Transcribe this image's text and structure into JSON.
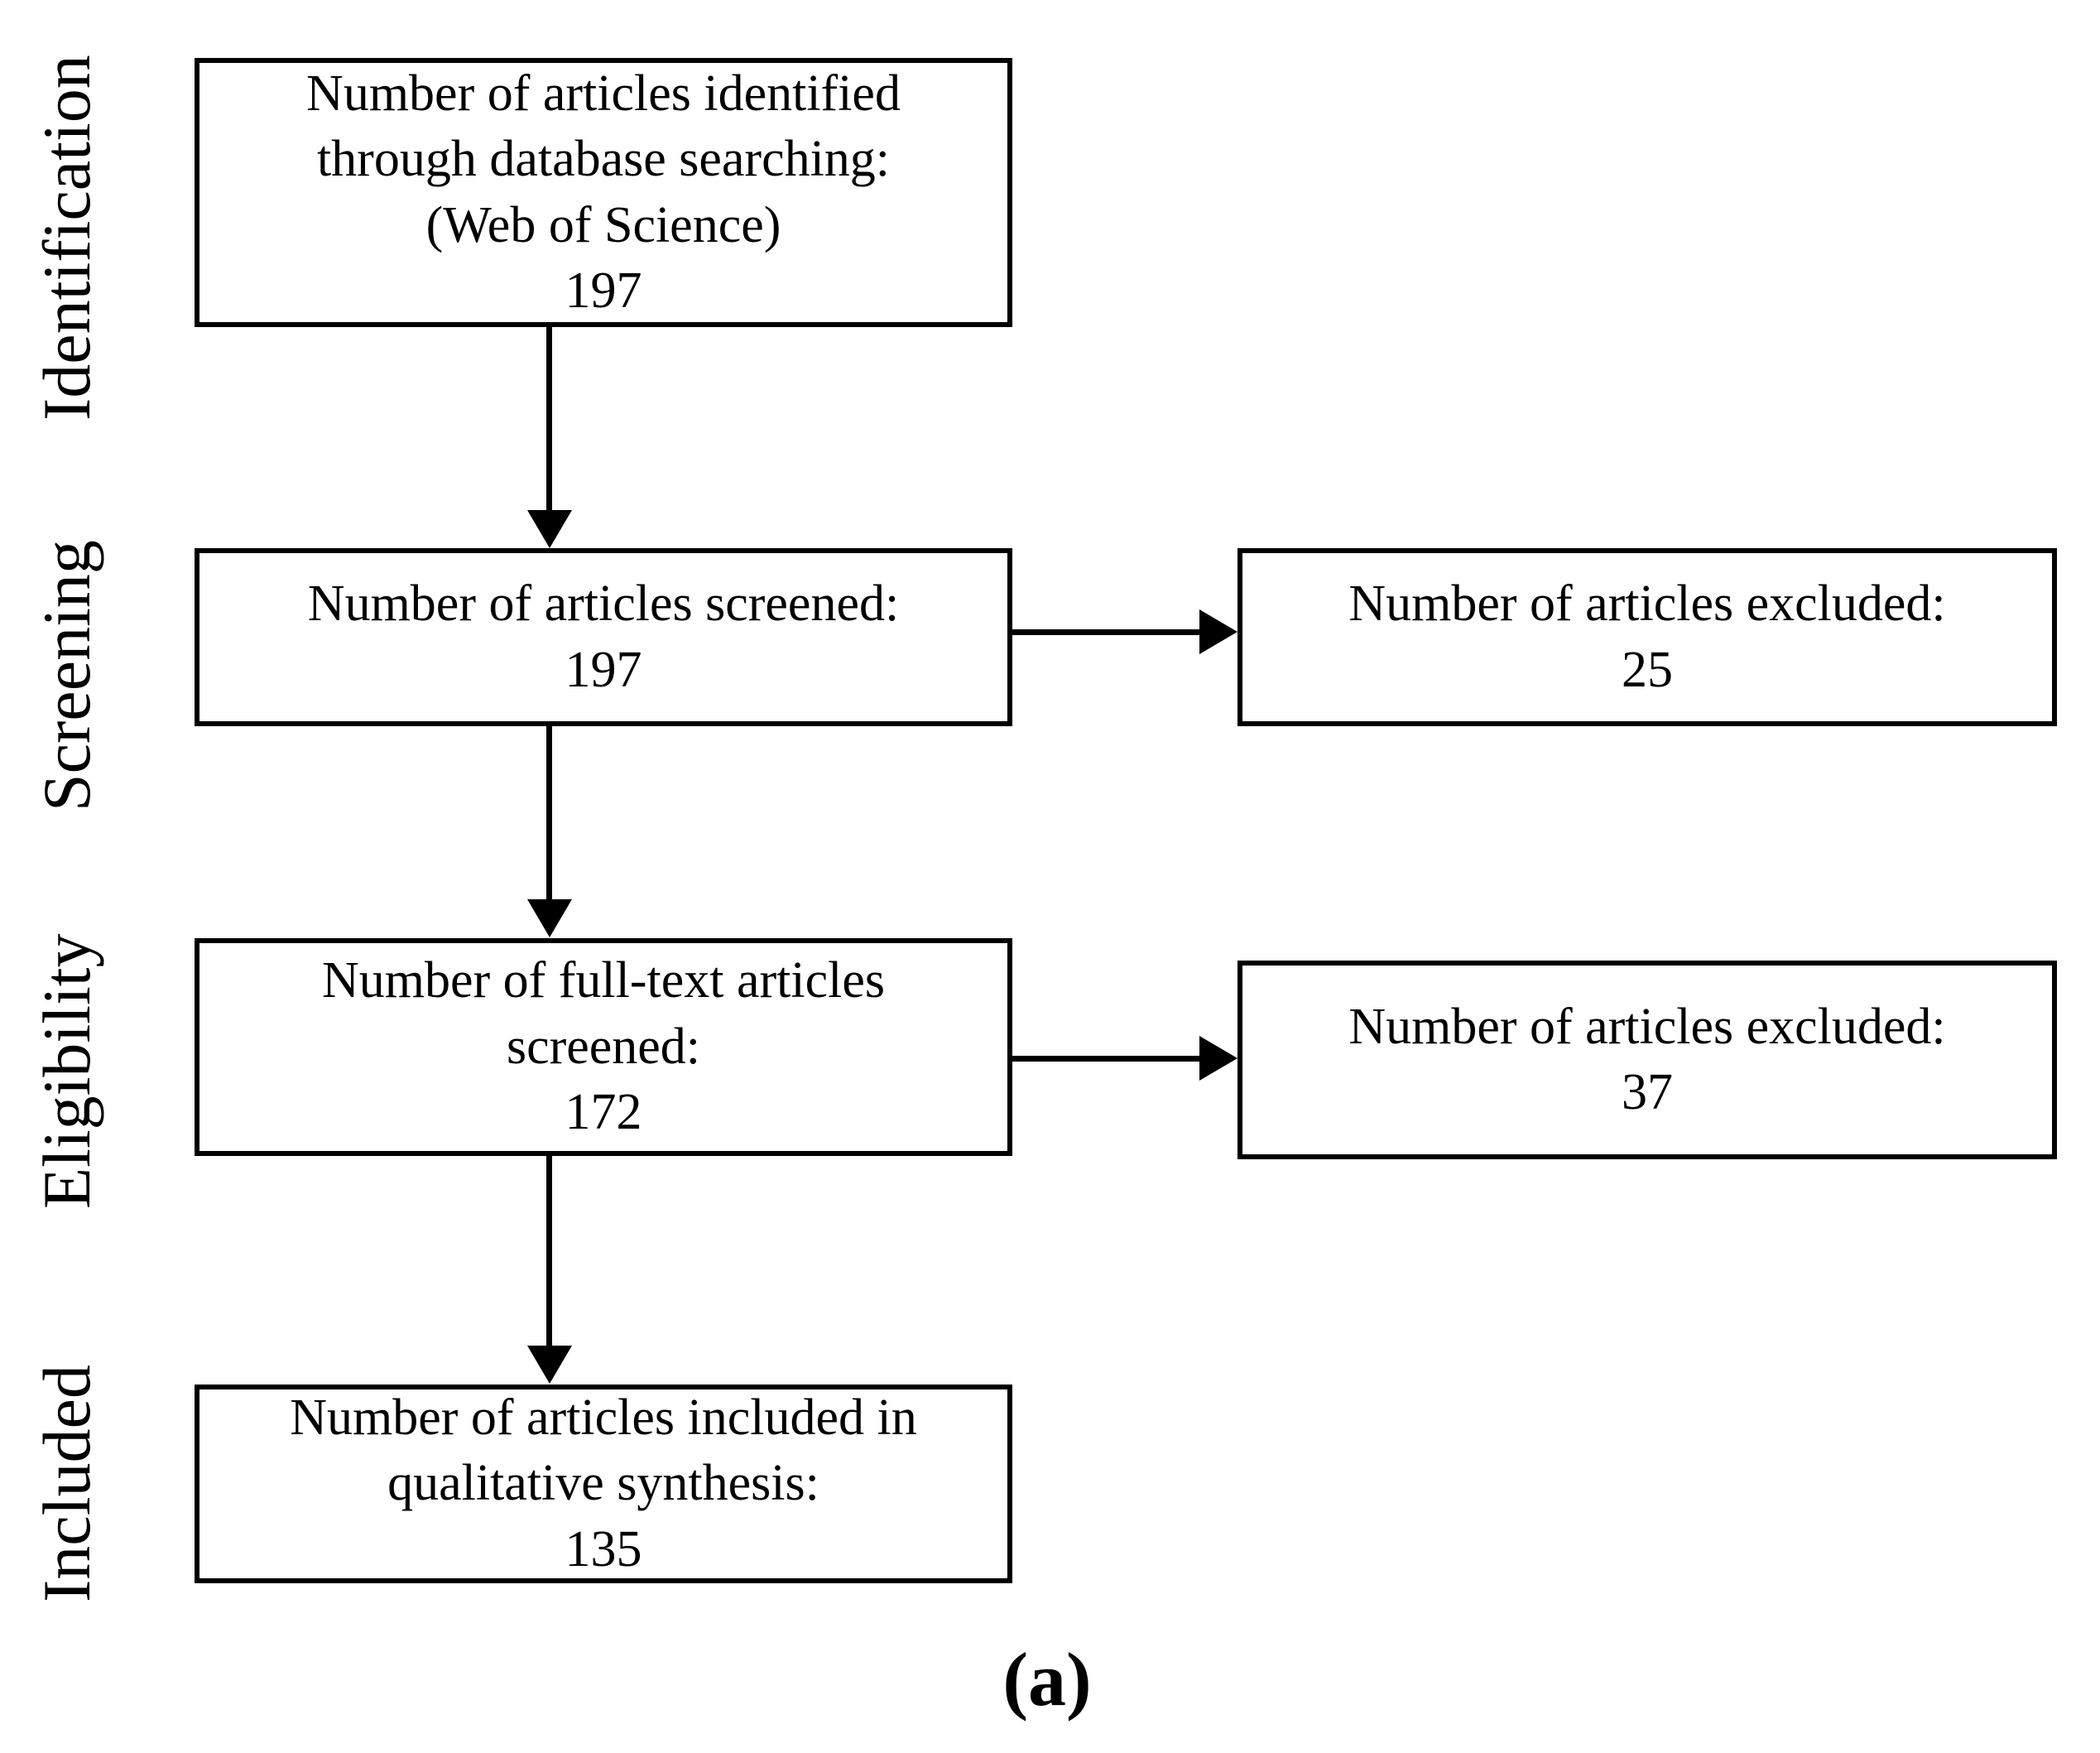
{
  "figure": {
    "caption": "(a)",
    "type": "prisma-flow-diagram"
  },
  "stages": [
    {
      "label": "Identification"
    },
    {
      "label": "Screening"
    },
    {
      "label": "Eligibility"
    },
    {
      "label": "Included"
    }
  ],
  "boxes": {
    "identified": {
      "line1": "Number of articles identified",
      "line2": "through database searching:",
      "line3": "(Web of Science)",
      "count": "197"
    },
    "screened": {
      "line1": "Number of articles screened:",
      "count": "197"
    },
    "excluded_screening": {
      "line1": "Number of articles excluded:",
      "count": "25"
    },
    "fulltext_screened": {
      "line1": "Number of full-text  articles",
      "line2": "screened:",
      "count": "172"
    },
    "excluded_eligibility": {
      "line1": "Number of articles excluded:",
      "count": "37"
    },
    "included": {
      "line1": "Number of articles included  in",
      "line2": "qualitative  synthesis:",
      "count": "135"
    }
  },
  "chart_data": {
    "type": "table",
    "title": "PRISMA flow of article selection",
    "categories": [
      "Identified through database searching (Web of Science)",
      "Screened",
      "Excluded at screening",
      "Full-text articles screened",
      "Excluded at eligibility",
      "Included in qualitative synthesis"
    ],
    "values": [
      197,
      197,
      25,
      172,
      37,
      135
    ],
    "xlabel": "",
    "ylabel": "Number of articles"
  },
  "colors": {
    "stroke": "#000000",
    "background": "#ffffff"
  }
}
